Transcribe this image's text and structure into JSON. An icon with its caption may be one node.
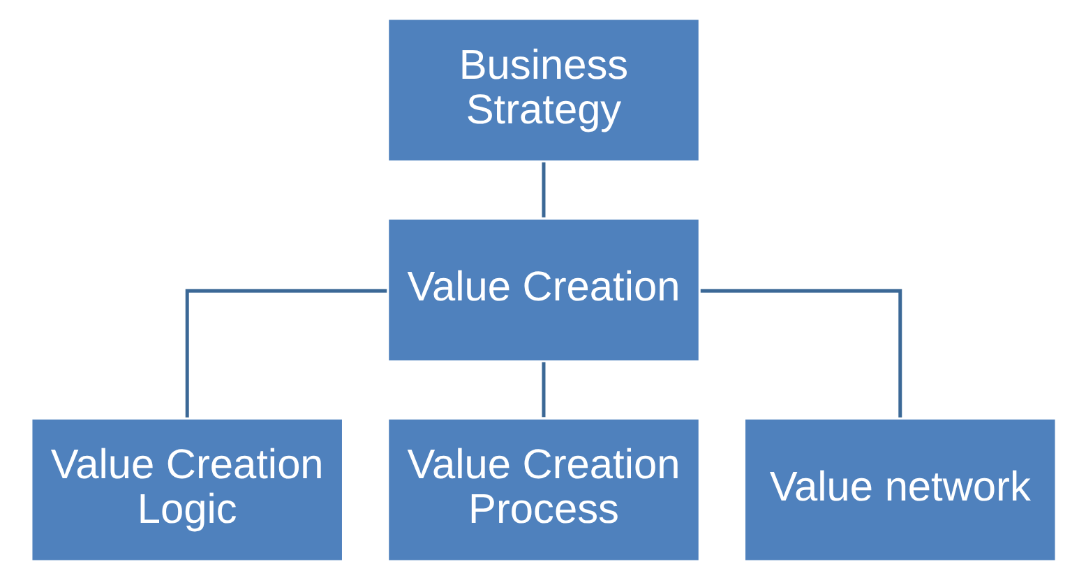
{
  "diagram": {
    "nodes": [
      {
        "text": [
          "Business Strategy"
        ]
      },
      {
        "text": [
          "Value Creation"
        ]
      },
      {
        "text": [
          "Value Creation Logic"
        ]
      },
      {
        "text": [
          "Value Creation Process"
        ]
      },
      {
        "text": [
          "Value network"
        ]
      }
    ],
    "edges": [
      {
        "from": 0,
        "to": 1,
        "arrow": "none"
      },
      {
        "from": 1,
        "to": 2,
        "arrow": "none"
      },
      {
        "from": 1,
        "to": 3,
        "arrow": "none"
      },
      {
        "from": 1,
        "to": 4,
        "arrow": "none"
      }
    ]
  }
}
